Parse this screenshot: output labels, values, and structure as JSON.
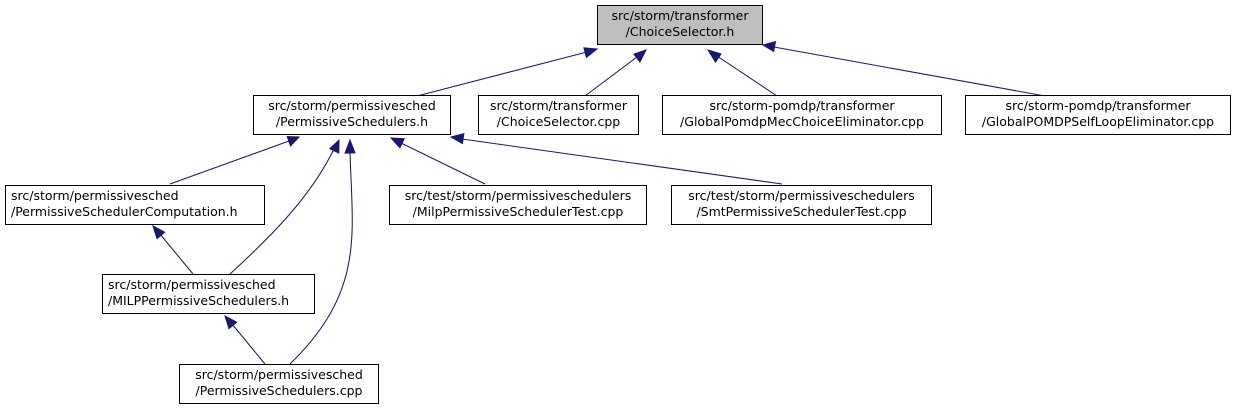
{
  "colors": {
    "edge": "#191970",
    "node_fill": "#ffffff",
    "root_fill": "#bfbfbf",
    "border": "#000000"
  },
  "nodes": {
    "choiceselector_h": {
      "line1": "src/storm/transformer",
      "line2": "/ChoiceSelector.h"
    },
    "permissiveschedulers_h": {
      "line1": "src/storm/permissivesched",
      "line2": "/PermissiveSchedulers.h"
    },
    "choiceselector_cpp": {
      "line1": "src/storm/transformer",
      "line2": "/ChoiceSelector.cpp"
    },
    "globalpomdpmecchoiceeliminator_cpp": {
      "line1": "src/storm-pomdp/transformer",
      "line2": "/GlobalPomdpMecChoiceEliminator.cpp"
    },
    "globalpomdpselfloopeliminator_cpp": {
      "line1": "src/storm-pomdp/transformer",
      "line2": "/GlobalPOMDPSelfLoopEliminator.cpp"
    },
    "permissiveschedulercomputation_h": {
      "line1": "src/storm/permissivesched",
      "line2": "/PermissiveSchedulerComputation.h"
    },
    "milppermissiveschedulertest_cpp": {
      "line1": "src/test/storm/permissiveschedulers",
      "line2": "/MilpPermissiveSchedulerTest.cpp"
    },
    "smtpermissiveschedulertest_cpp": {
      "line1": "src/test/storm/permissiveschedulers",
      "line2": "/SmtPermissiveSchedulerTest.cpp"
    },
    "milppermissiveschedulers_h": {
      "line1": "src/storm/permissivesched",
      "line2": "/MILPPermissiveSchedulers.h"
    },
    "permissiveschedulers_cpp": {
      "line1": "src/storm/permissivesched",
      "line2": "/PermissiveSchedulers.cpp"
    }
  }
}
